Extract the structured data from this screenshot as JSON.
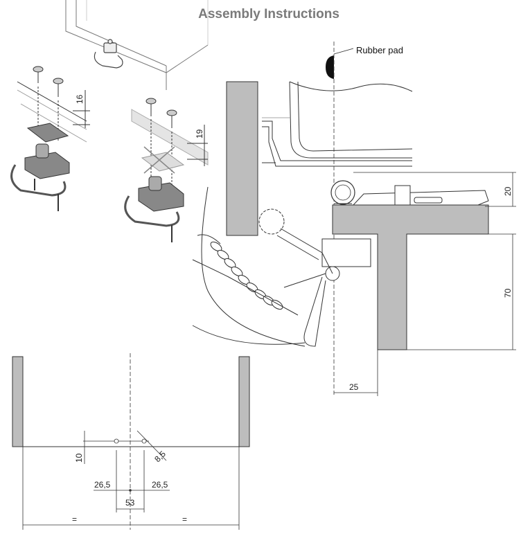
{
  "title": "Assembly Instructions",
  "labels": {
    "rubber_pad": "Rubber pad"
  },
  "dimensions": {
    "screw_height_left": "16",
    "screw_height_right": "19",
    "top_offset": "20",
    "drop_height": "70",
    "side_offset": "25",
    "hole_offset": "10",
    "diagonal": "8,5",
    "left_spacing": "26,5",
    "right_spacing": "26,5",
    "center_width": "53",
    "equal_left": "=",
    "equal_right": "="
  },
  "colors": {
    "grey_fill": "#bdbdbd",
    "line": "#333333",
    "title": "#7a7a7a"
  }
}
